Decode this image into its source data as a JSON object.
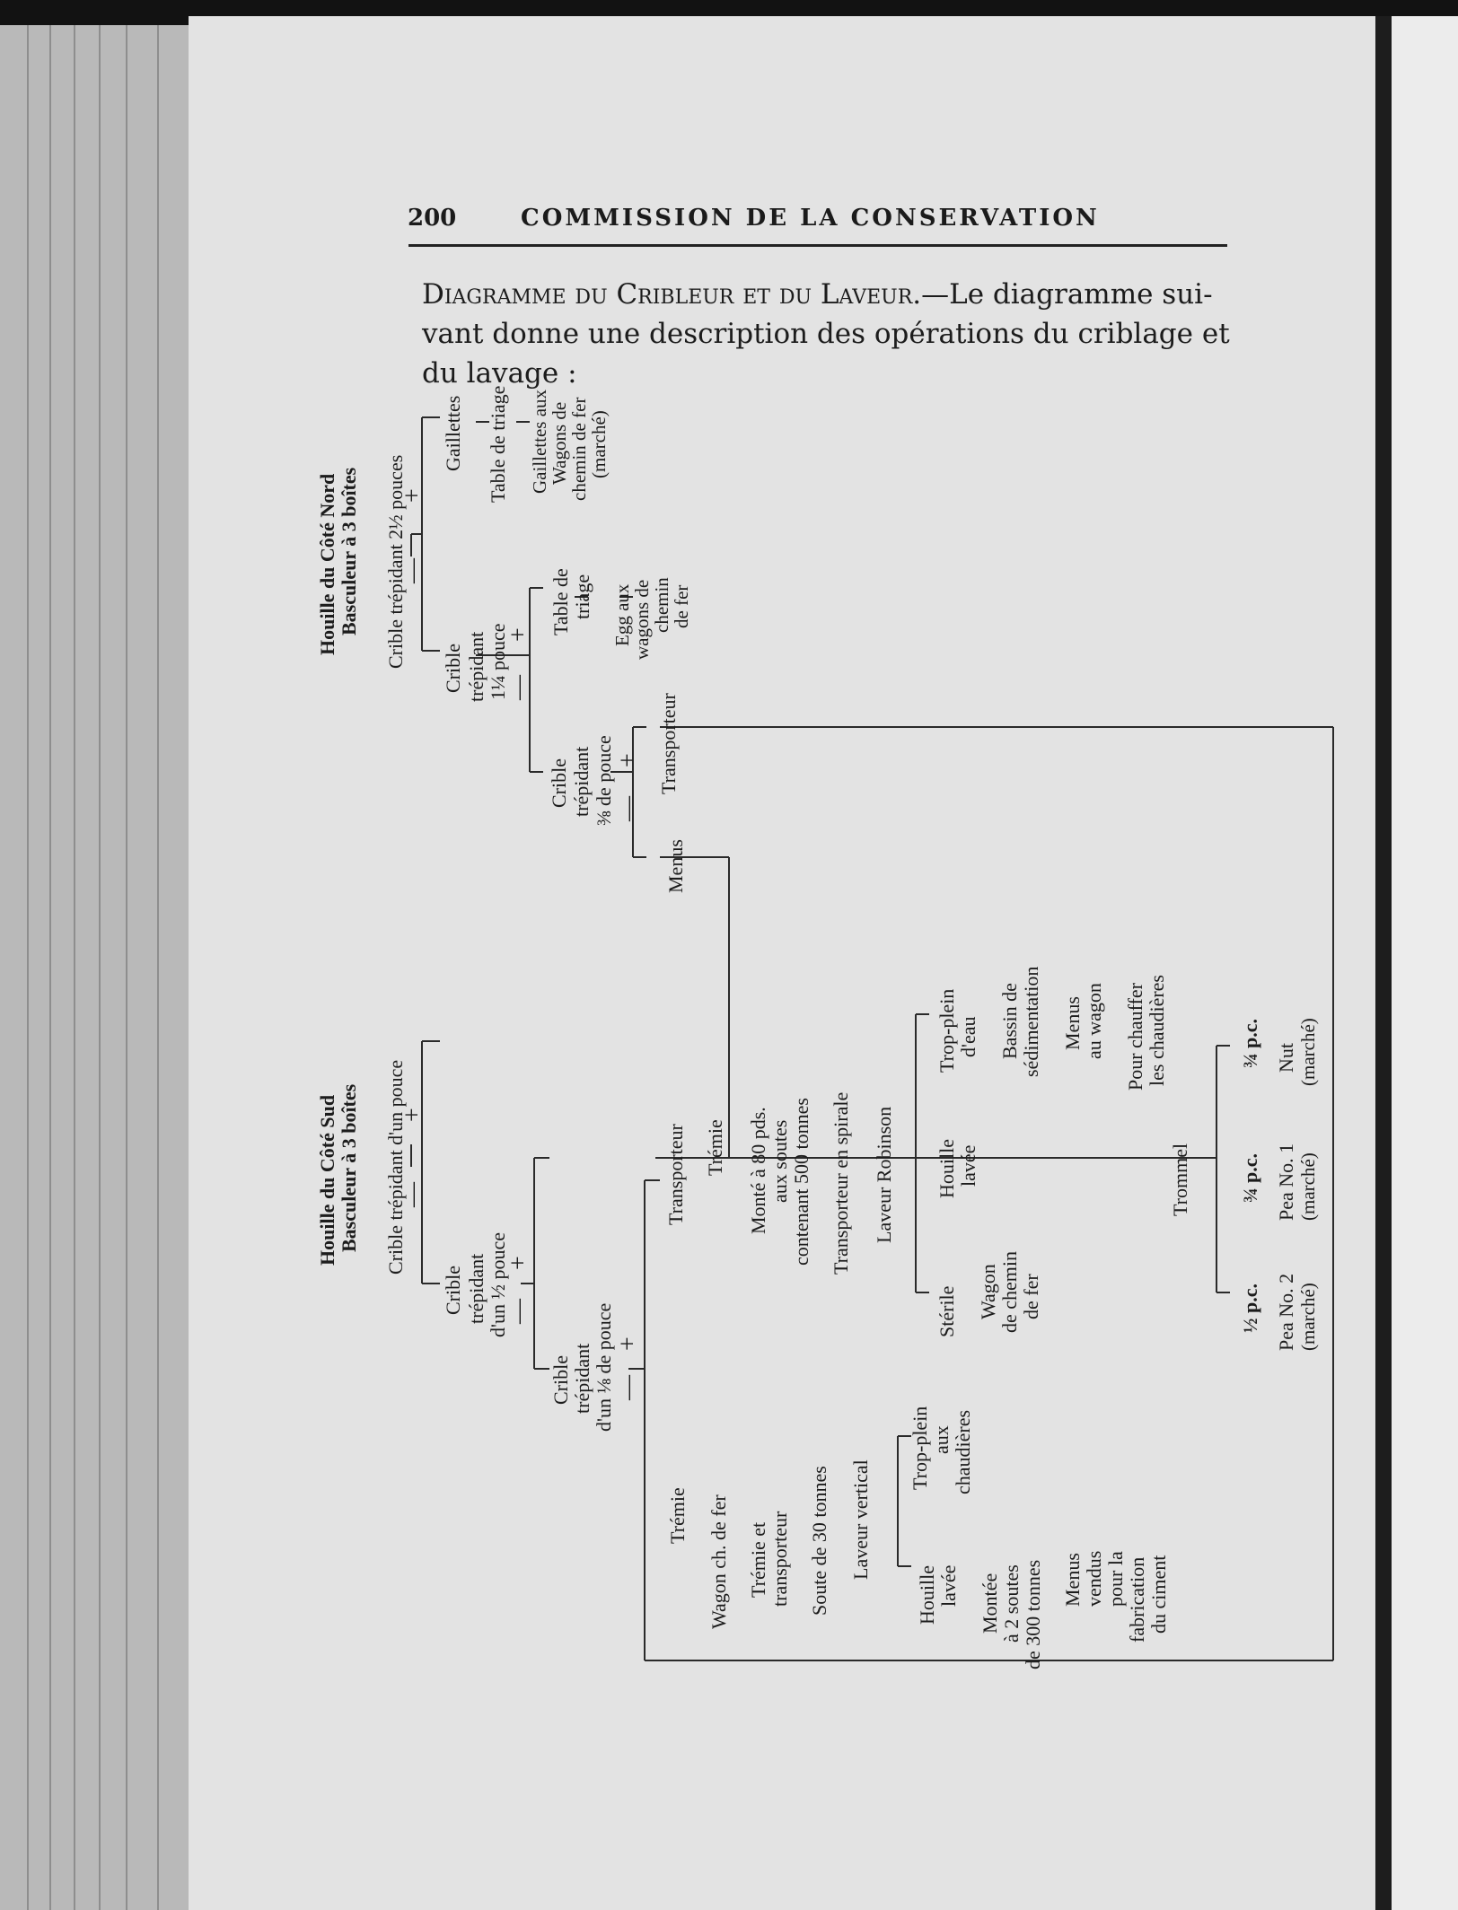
{
  "header": {
    "page_number": "200",
    "title": "COMMISSION DE LA CONSERVATION"
  },
  "intro": {
    "heading": "Diagramme du Cribleur et du Laveur.",
    "text": "—Le diagramme sui-vant donne une description des opérations du criblage et du lavage :"
  },
  "diagram": {
    "nord": {
      "source": [
        "Houille du Côté Nord",
        "Basculeur à 3 boîtes"
      ],
      "crible1": "Crible trépidant 2½ pouces",
      "gaillettes": "Gaillettes",
      "table_triage": "Table de triage",
      "gaillettes_wagons": [
        "Gaillettes aux",
        "Wagons de",
        "chemin de fer",
        "(marché)"
      ],
      "crible2": [
        "Crible",
        "trépidant",
        "1¼ pouce"
      ],
      "table_triage2": [
        "Table de",
        "triage"
      ],
      "egg": [
        "Egg aux",
        "wagons de",
        "chemin",
        "de fer"
      ],
      "crible3": [
        "Crible",
        "trépidant",
        "⅜ de pouce"
      ],
      "transporteur": "Transporteur",
      "menus": "Menus"
    },
    "sud": {
      "source": [
        "Houille du Côté Sud",
        "Basculeur à 3 boîtes"
      ],
      "crible1": "Crible trépidant d'un pouce",
      "crible2": [
        "Crible",
        "trépidant",
        "d'un ½ pouce"
      ],
      "crible3": [
        "Crible",
        "trépidant",
        "d'un ⅛ de pouce"
      ],
      "transporteur": "Transporteur",
      "tremie": "Trémie",
      "monte": [
        "Monté à 80 pds.",
        "aux soutes",
        "contenant 500 tonnes"
      ],
      "spirale": "Transporteur en spirale",
      "robinson": "Laveur Robinson",
      "sterile": "Stérile",
      "wagon_fer": [
        "Wagon",
        "de chemin",
        "de fer"
      ],
      "houille_lavee": [
        "Houille",
        "lavée"
      ],
      "trop_plein_eau": [
        "Trop-plein",
        "d'eau"
      ],
      "bassin": [
        "Bassin de",
        "sédimentation"
      ],
      "menus_wagon": [
        "Menus",
        "au wagon"
      ],
      "pour_chauffer": [
        "Pour chauffer",
        "les chaudières"
      ],
      "trommel": "Trommel",
      "sizes": {
        "half": "½ p.c.",
        "three_q": "¾ p.c.",
        "three_q2": "¾ p.c."
      },
      "pea2": [
        "Pea No. 2",
        "(marché)"
      ],
      "pea1": [
        "Pea No. 1",
        "(marché)"
      ],
      "nut": [
        "Nut",
        "(marché)"
      ],
      "tremie2": "Trémie",
      "wagon_ch": "Wagon ch. de fer",
      "tremie_transp": [
        "Trémie et",
        "transporteur"
      ],
      "soute30": "Soute de 30 tonnes",
      "laveur_vertical": "Laveur vertical",
      "houille_lavee2": [
        "Houille",
        "lavée"
      ],
      "trop_plein_chaud": [
        "Trop-plein",
        "aux",
        "chaudières"
      ],
      "montee": [
        "Montée",
        "à 2 soutes",
        "de 300 tonnes"
      ],
      "menus_vendus": [
        "Menus",
        "vendus",
        "pour la",
        "fabrication",
        "du ciment"
      ]
    },
    "signs": {
      "plus": "+",
      "minus": "—"
    }
  }
}
